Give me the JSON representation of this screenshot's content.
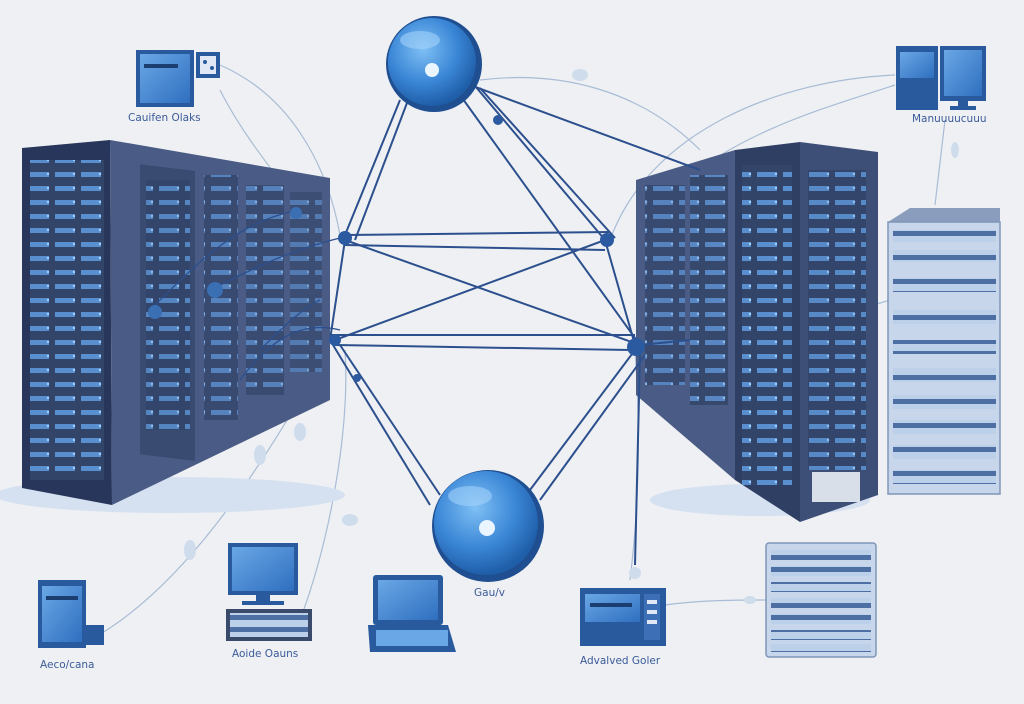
{
  "colors": {
    "background": "#eef0f3",
    "rack_dark": "#2f3f63",
    "rack_mid": "#4a5c85",
    "rack_face": "#3e4f77",
    "accent_blue": "#3a86d6",
    "light_blue": "#8fb6e6",
    "cable": "#2c4f8e",
    "thin_line": "#9fb3cf",
    "label": "#3b5b9a"
  },
  "labels": {
    "top_left_device": "Cauifen Olaks",
    "top_right_device": "Manuuuucuuu",
    "bottom_center_node": "Gau/v",
    "bottom_left_device": "Aeco/cana",
    "bottom_laptop": "Aoide Oauns",
    "bottom_right_device": "Advalved Goler"
  },
  "icons": {
    "top_node": "network-hub-icon",
    "bottom_node": "network-hub-icon",
    "top_left": "desktop-monitor-icon",
    "top_right": "desktop-monitor-icon",
    "left_rack": "server-rack-icon",
    "right_rack": "server-rack-icon",
    "right_stack": "server-stack-icon",
    "bottom_right_stack": "server-stack-icon",
    "bottom_left": "desktop-tower-icon",
    "bottom_monitor": "keyboard-monitor-icon",
    "bottom_laptop": "laptop-icon",
    "bottom_device": "storage-unit-icon"
  }
}
